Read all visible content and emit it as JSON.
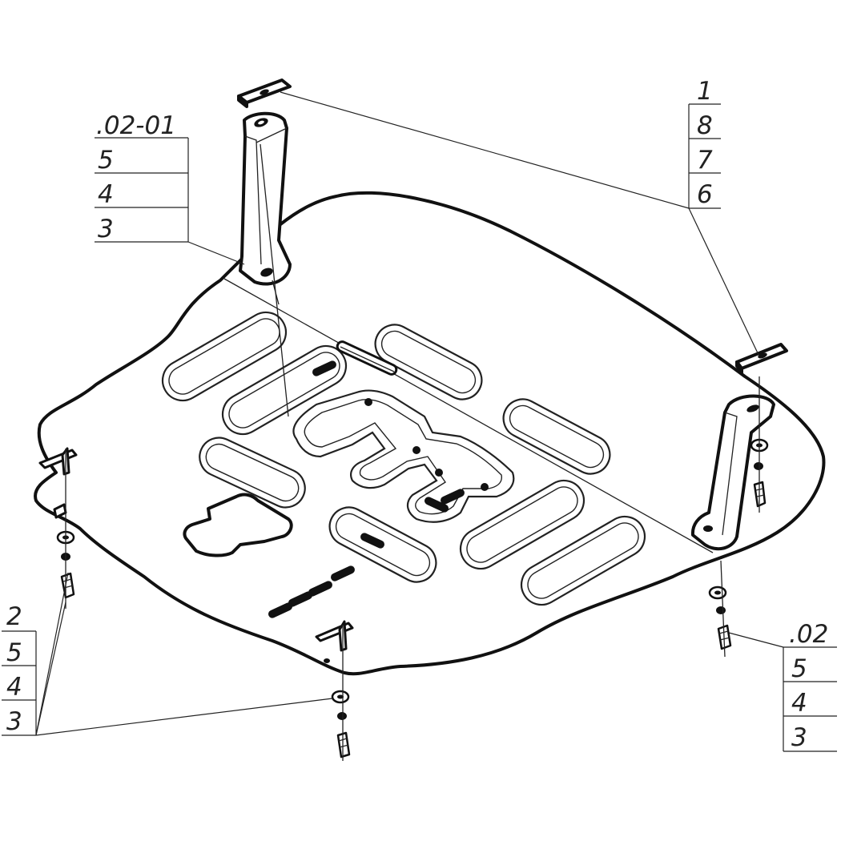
{
  "callouts": {
    "top_left": {
      "header": ".02-01",
      "rows": [
        "5",
        "4",
        "3"
      ]
    },
    "top_right": {
      "header": "1",
      "rows": [
        "8",
        "7",
        "6"
      ]
    },
    "bottom_left": {
      "header": "2",
      "rows": [
        "5",
        "4",
        "3"
      ]
    },
    "bottom_right": {
      "header": ".02",
      "rows": [
        "5",
        "4",
        "3"
      ]
    }
  },
  "colors": {
    "line": "#111111",
    "background": "#ffffff"
  }
}
